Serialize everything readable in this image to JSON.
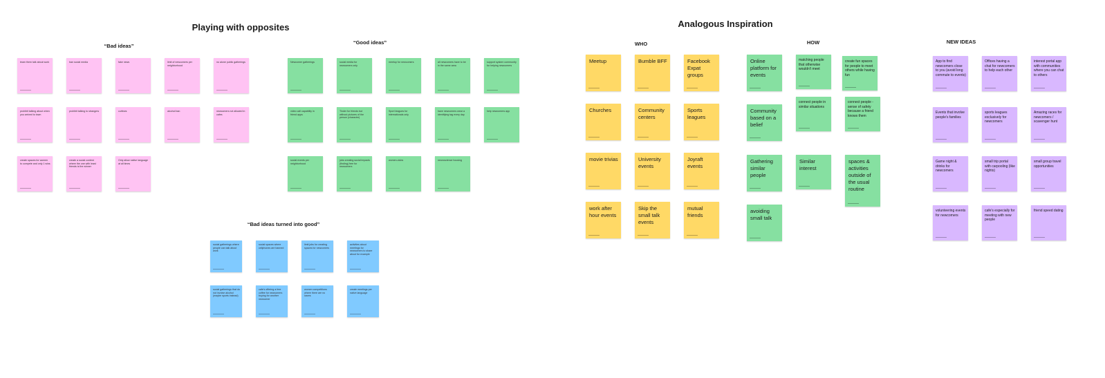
{
  "headings": {
    "left_title": "Playing with opposites",
    "right_title": "Analogous Inspiration",
    "bad_ideas": "“Bad ideas”",
    "good_ideas": "“Good ideas”",
    "bad_into_good": "“Bad ideas turned into good”",
    "who": "WHO",
    "how": "HOW",
    "new_ideas": "NEW IDEAS"
  },
  "colors": {
    "pink": "#ffc3f3",
    "green": "#86e0a1",
    "blue": "#80caff",
    "yellow": "#ffd966",
    "purple": "#d9b8ff"
  },
  "bad_ideas": [
    "team them talk about work",
    "ban social media",
    "fake news",
    "limit of newcomers per neighborhood",
    "no alone public gatherings",
    "prohibit talking about when you arrived to town",
    "prohibit talking to strangers",
    "curfews",
    "alcohol ban",
    "newcomers not allowed in cafes",
    "create spaces for women to compete and only 1 wins",
    "create a social contest where the one with least friends is the winner",
    "Only allow native language at all times"
  ],
  "good_ideas": [
    "Newcomer gatherings",
    "social media for newcomers only",
    "meetup for newcomers",
    "all newcomers have to be in the same area",
    "support system community for helping newcomers",
    "video call capability in friend apps",
    "Tinder for friends but without pictures of the person (character)",
    "Sport leagues for internationals only",
    "have newcomers wear a identifying tag every day",
    "help newcomers app",
    "social events per neighborhood",
    "jobs creating social impacts (finding) free for newcomers",
    "women-clubs",
    "neuroscience housing"
  ],
  "bad_into_good": [
    "social gatherings where people can talk about work",
    "social spaces where cellphones are banned",
    "limit jobs for creating spaces for newcomers",
    "activities about meetings for newcomers to share about for example",
    "social gatherings that do not involve alcohol (maybe sports instead)",
    "cafe's offering a free coffee for newcomers buying for another newcomer",
    "women competitions where there are no losers",
    "create meetings per native language"
  ],
  "who": [
    "Meetup",
    "Bumble BFF",
    "Facebook Expat groups",
    "Churches",
    "Community centers",
    "Sports leagues",
    "movie trivias",
    "University events",
    "Joyraft events",
    "work after hour events",
    "Skip the small talk events",
    "mutual friends"
  ],
  "how_large": [
    "Online platform for events",
    "Community based on a belief",
    "Gathering similar people",
    "Similar interest",
    "spaces & activities outside of the usual routine",
    "avoiding small talk"
  ],
  "how_mid": [
    "matching people that otherwise wouldn't meet",
    "create fun spaces for people to meet others while having fun",
    "connect people in similar situations",
    "connect people - sense of safety because a friend knows them"
  ],
  "new_ideas": [
    "App to find newcomers close to you (avoid long commute to events)",
    "Offices having a chat for newcomers to help each other",
    "interest portal app with communities where you can chat to others",
    "Events that involve people's families",
    "sports leagues exclusively for newcomers",
    "Amazing races for newcomers / scavenger hunt",
    "Game night & drinks for newcomers",
    "small trip portal with carpooling (like nights)",
    "small group travel opportunities",
    "volunteering events for newcomers",
    "cafe's especially for meeting with new people",
    "friend speed dating"
  ]
}
